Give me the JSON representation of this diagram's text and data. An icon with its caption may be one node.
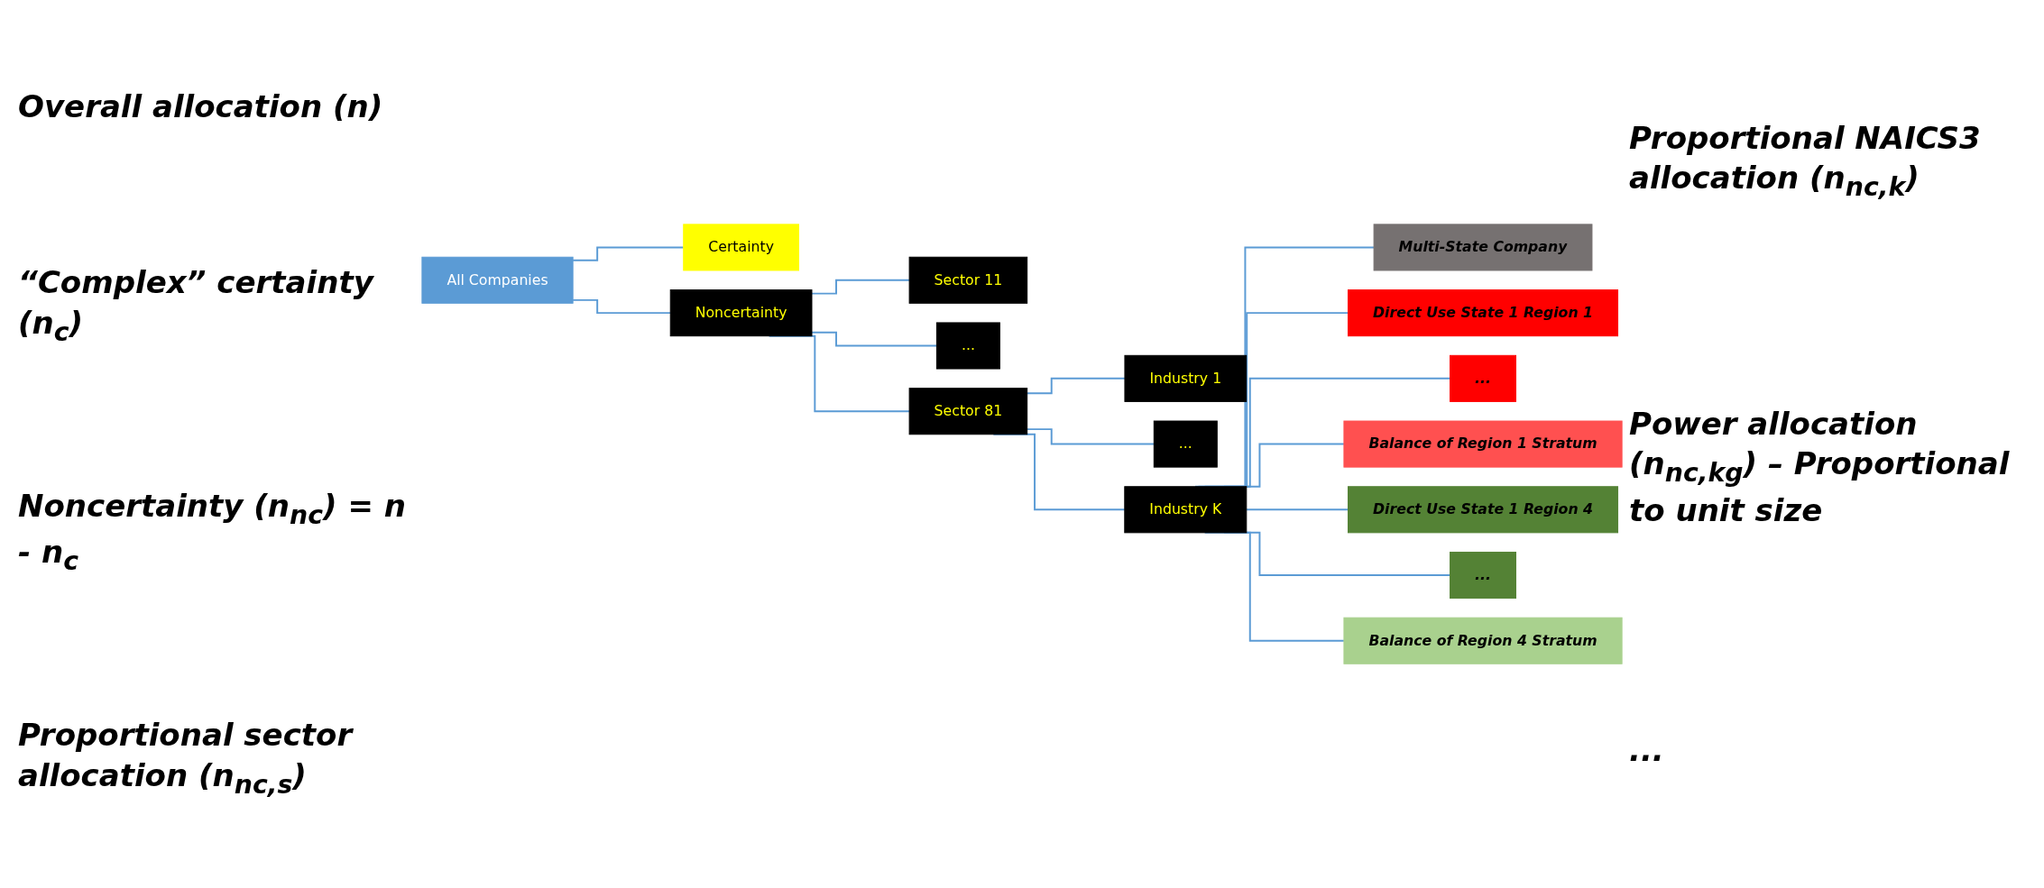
{
  "diagram": {
    "nodes": [
      {
        "text": [
          "All Companies"
        ]
      },
      {
        "text": [
          "Certainty"
        ]
      },
      {
        "text": [
          "Noncertainty"
        ]
      },
      {
        "text": [
          "Sector 11"
        ]
      },
      {
        "text": [
          "..."
        ]
      },
      {
        "text": [
          "Sector 81"
        ]
      },
      {
        "text": [
          "Industry 1"
        ]
      },
      {
        "text": [
          "..."
        ]
      },
      {
        "text": [
          "Industry K"
        ]
      },
      {
        "text": [
          "Multi-State Company"
        ]
      },
      {
        "text": [
          "Direct Use State 1 Region 1"
        ]
      },
      {
        "text": [
          "..."
        ]
      },
      {
        "text": [
          "Balance of Region 1 Stratum"
        ]
      },
      {
        "text": [
          "Direct Use State 1 Region 4"
        ]
      },
      {
        "text": [
          "..."
        ]
      },
      {
        "text": [
          "Balance of Region 4 Stratum"
        ]
      }
    ],
    "edges": [
      {
        "from": 0,
        "to": 1,
        "arrow": "none"
      },
      {
        "from": 0,
        "to": 2,
        "arrow": "none"
      },
      {
        "from": 2,
        "to": 3,
        "arrow": "none"
      },
      {
        "from": 2,
        "to": 4,
        "arrow": "none"
      },
      {
        "from": 2,
        "to": 5,
        "arrow": "none"
      },
      {
        "from": 5,
        "to": 6,
        "arrow": "none"
      },
      {
        "from": 5,
        "to": 7,
        "arrow": "none"
      },
      {
        "from": 5,
        "to": 8,
        "arrow": "none"
      },
      {
        "from": 8,
        "to": 9,
        "arrow": "none"
      },
      {
        "from": 8,
        "to": 10,
        "arrow": "none"
      },
      {
        "from": 8,
        "to": 11,
        "arrow": "none"
      },
      {
        "from": 8,
        "to": 12,
        "arrow": "none"
      },
      {
        "from": 8,
        "to": 13,
        "arrow": "none"
      },
      {
        "from": 8,
        "to": 14,
        "arrow": "none"
      },
      {
        "from": 8,
        "to": 15,
        "arrow": "none"
      }
    ],
    "labels": [
      "Overall allocation (n)",
      "“Complex” certainty (n$_{c}$)",
      "Proportional NAICS3 allocation (n$_{nc,k}$)",
      "Noncertainty (n$_{nc}$) = n - n$_{c}$",
      "Power allocation (n$_{nc,kg}$) – Proportional to unit size",
      "...",
      "Proportional sector allocation (n$_{nc,s}$)"
    ]
  }
}
